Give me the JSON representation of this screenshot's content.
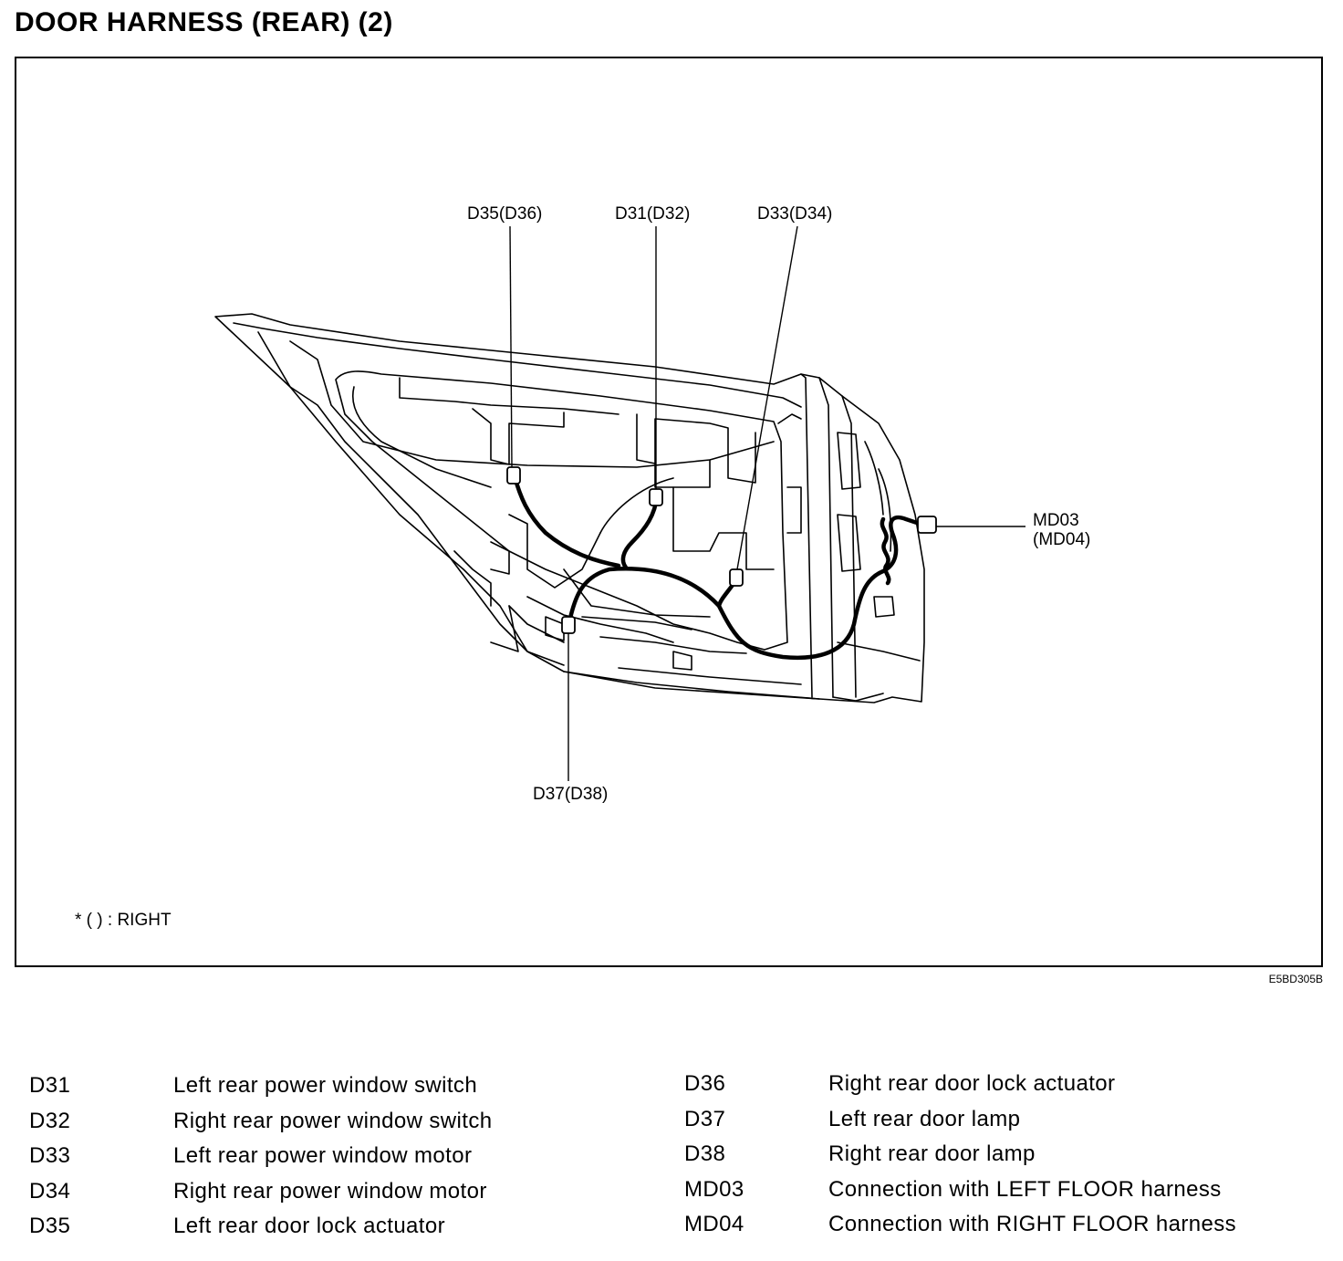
{
  "page": {
    "title": "DOOR HARNESS (REAR) (2)",
    "figure_code": "E5BD305B",
    "note": "* (      ) : RIGHT"
  },
  "diagram": {
    "callouts": {
      "d35": "D35(D36)",
      "d31": "D31(D32)",
      "d33": "D33(D34)",
      "md03_line1": "MD03",
      "md03_line2": "(MD04)",
      "d37": "D37(D38)"
    },
    "colors": {
      "line": "#000000",
      "background": "#ffffff"
    }
  },
  "legend": {
    "left": [
      {
        "code": "D31",
        "desc": "Left rear power window switch"
      },
      {
        "code": "D32",
        "desc": "Right rear power window switch"
      },
      {
        "code": "D33",
        "desc": "Left rear power window motor"
      },
      {
        "code": "D34",
        "desc": "Right rear power window motor"
      },
      {
        "code": "D35",
        "desc": "Left rear door lock actuator"
      }
    ],
    "right": [
      {
        "code": "D36",
        "desc": "Right rear door lock actuator"
      },
      {
        "code": "D37",
        "desc": "Left rear door lamp"
      },
      {
        "code": "D38",
        "desc": "Right rear door lamp"
      },
      {
        "code": "MD03",
        "desc": "Connection with LEFT FLOOR harness"
      },
      {
        "code": "MD04",
        "desc": "Connection with RIGHT FLOOR harness"
      }
    ]
  }
}
